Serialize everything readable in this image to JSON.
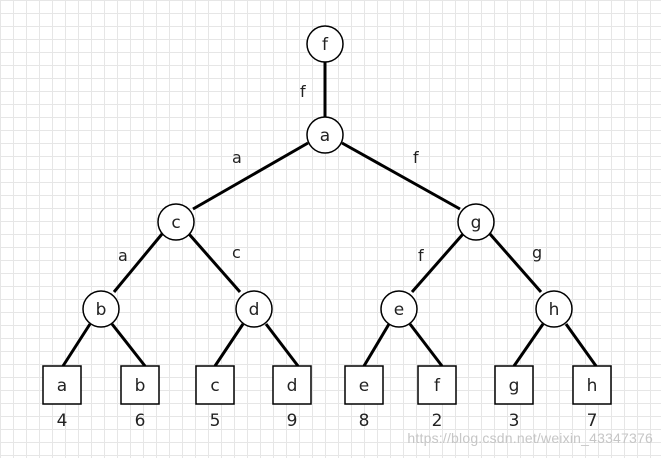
{
  "tree": {
    "root": "f",
    "root_edge_label": "f",
    "level1": "a",
    "level1_edges": [
      "a",
      "f"
    ],
    "level2": [
      "c",
      "g"
    ],
    "level2_edges": [
      "a",
      "c",
      "f",
      "g"
    ],
    "level3": [
      "b",
      "d",
      "e",
      "h"
    ],
    "leaves": [
      "a",
      "b",
      "c",
      "d",
      "e",
      "f",
      "g",
      "h"
    ],
    "leaf_values": [
      "4",
      "6",
      "5",
      "9",
      "8",
      "2",
      "3",
      "7"
    ]
  },
  "watermark": "https://blog.csdn.net/weixin_43347376"
}
